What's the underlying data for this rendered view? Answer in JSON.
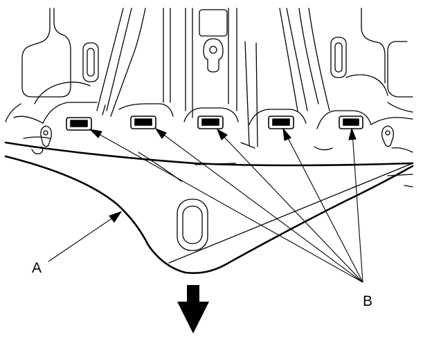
{
  "diagram": {
    "callouts": {
      "part_a": "A",
      "part_b": "B"
    },
    "clip_count": 5,
    "direction_icon": "down-arrow-icon",
    "colors": {
      "line": "#000000",
      "background": "#ffffff"
    }
  }
}
